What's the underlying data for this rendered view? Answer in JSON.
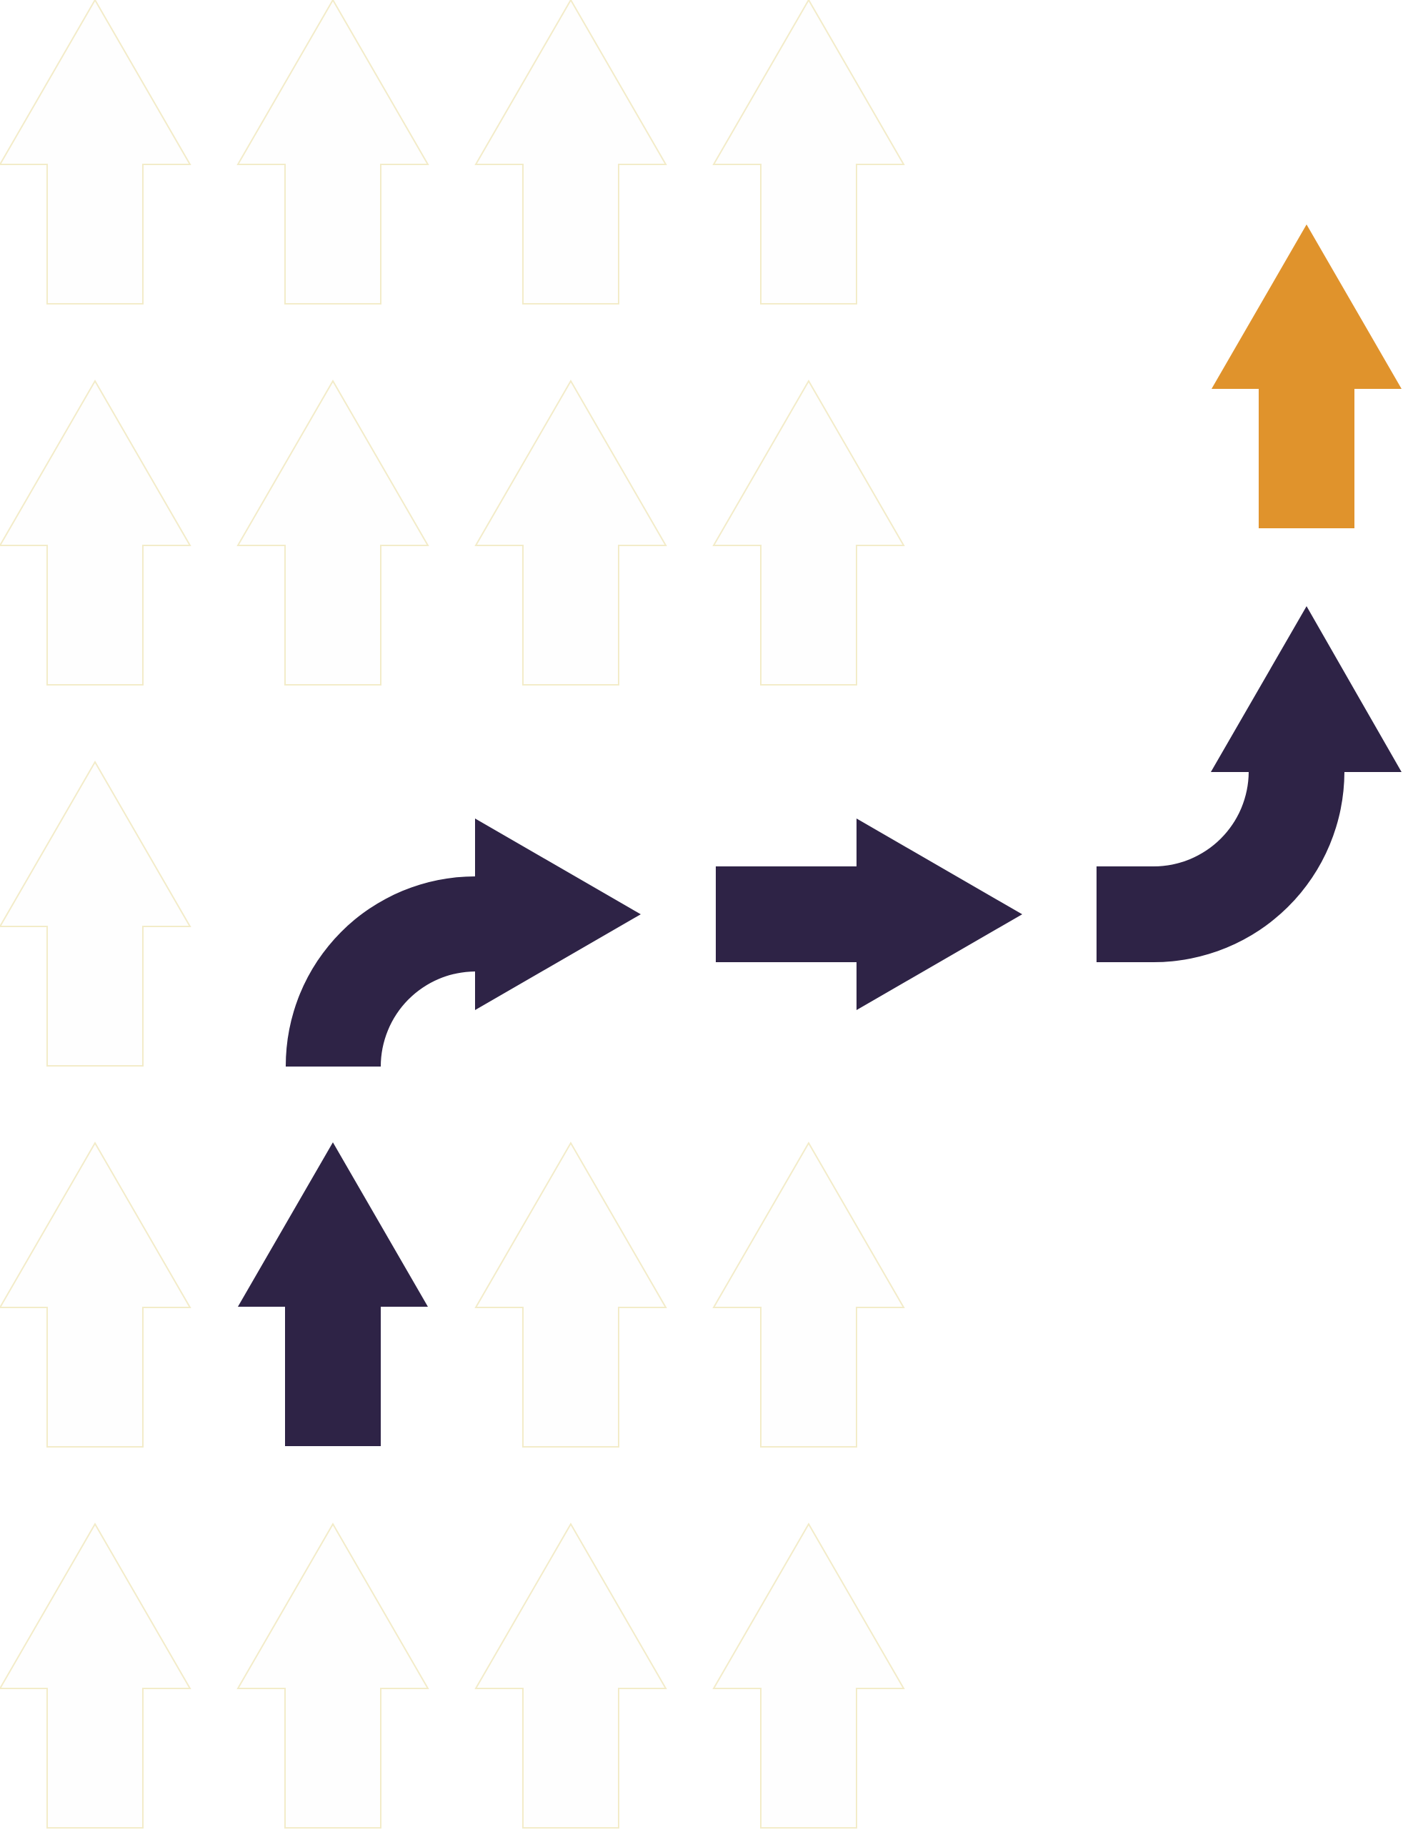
{
  "colors": {
    "background": "#ffffff",
    "ghost_fill": "#fefefe",
    "ghost_stroke": "#f3ecc9",
    "path_arrow": "#2e2346",
    "goal_arrow": "#e0932c"
  },
  "grid": {
    "rows": 5,
    "columns": 4,
    "occupied": [
      [
        true,
        true,
        true,
        true
      ],
      [
        true,
        true,
        true,
        true
      ],
      [
        true,
        false,
        false,
        false
      ],
      [
        true,
        false,
        true,
        true
      ],
      [
        true,
        true,
        true,
        true
      ]
    ]
  },
  "path": [
    {
      "name": "path-arrow-start-up",
      "shape": "up",
      "color": "path_arrow"
    },
    {
      "name": "path-arrow-curve-up-right",
      "shape": "curve-up-right",
      "color": "path_arrow"
    },
    {
      "name": "path-arrow-straight-right",
      "shape": "right",
      "color": "path_arrow"
    },
    {
      "name": "path-arrow-curve-right-up",
      "shape": "curve-right-up",
      "color": "path_arrow"
    },
    {
      "name": "goal-arrow-up",
      "shape": "up",
      "color": "goal_arrow"
    }
  ]
}
